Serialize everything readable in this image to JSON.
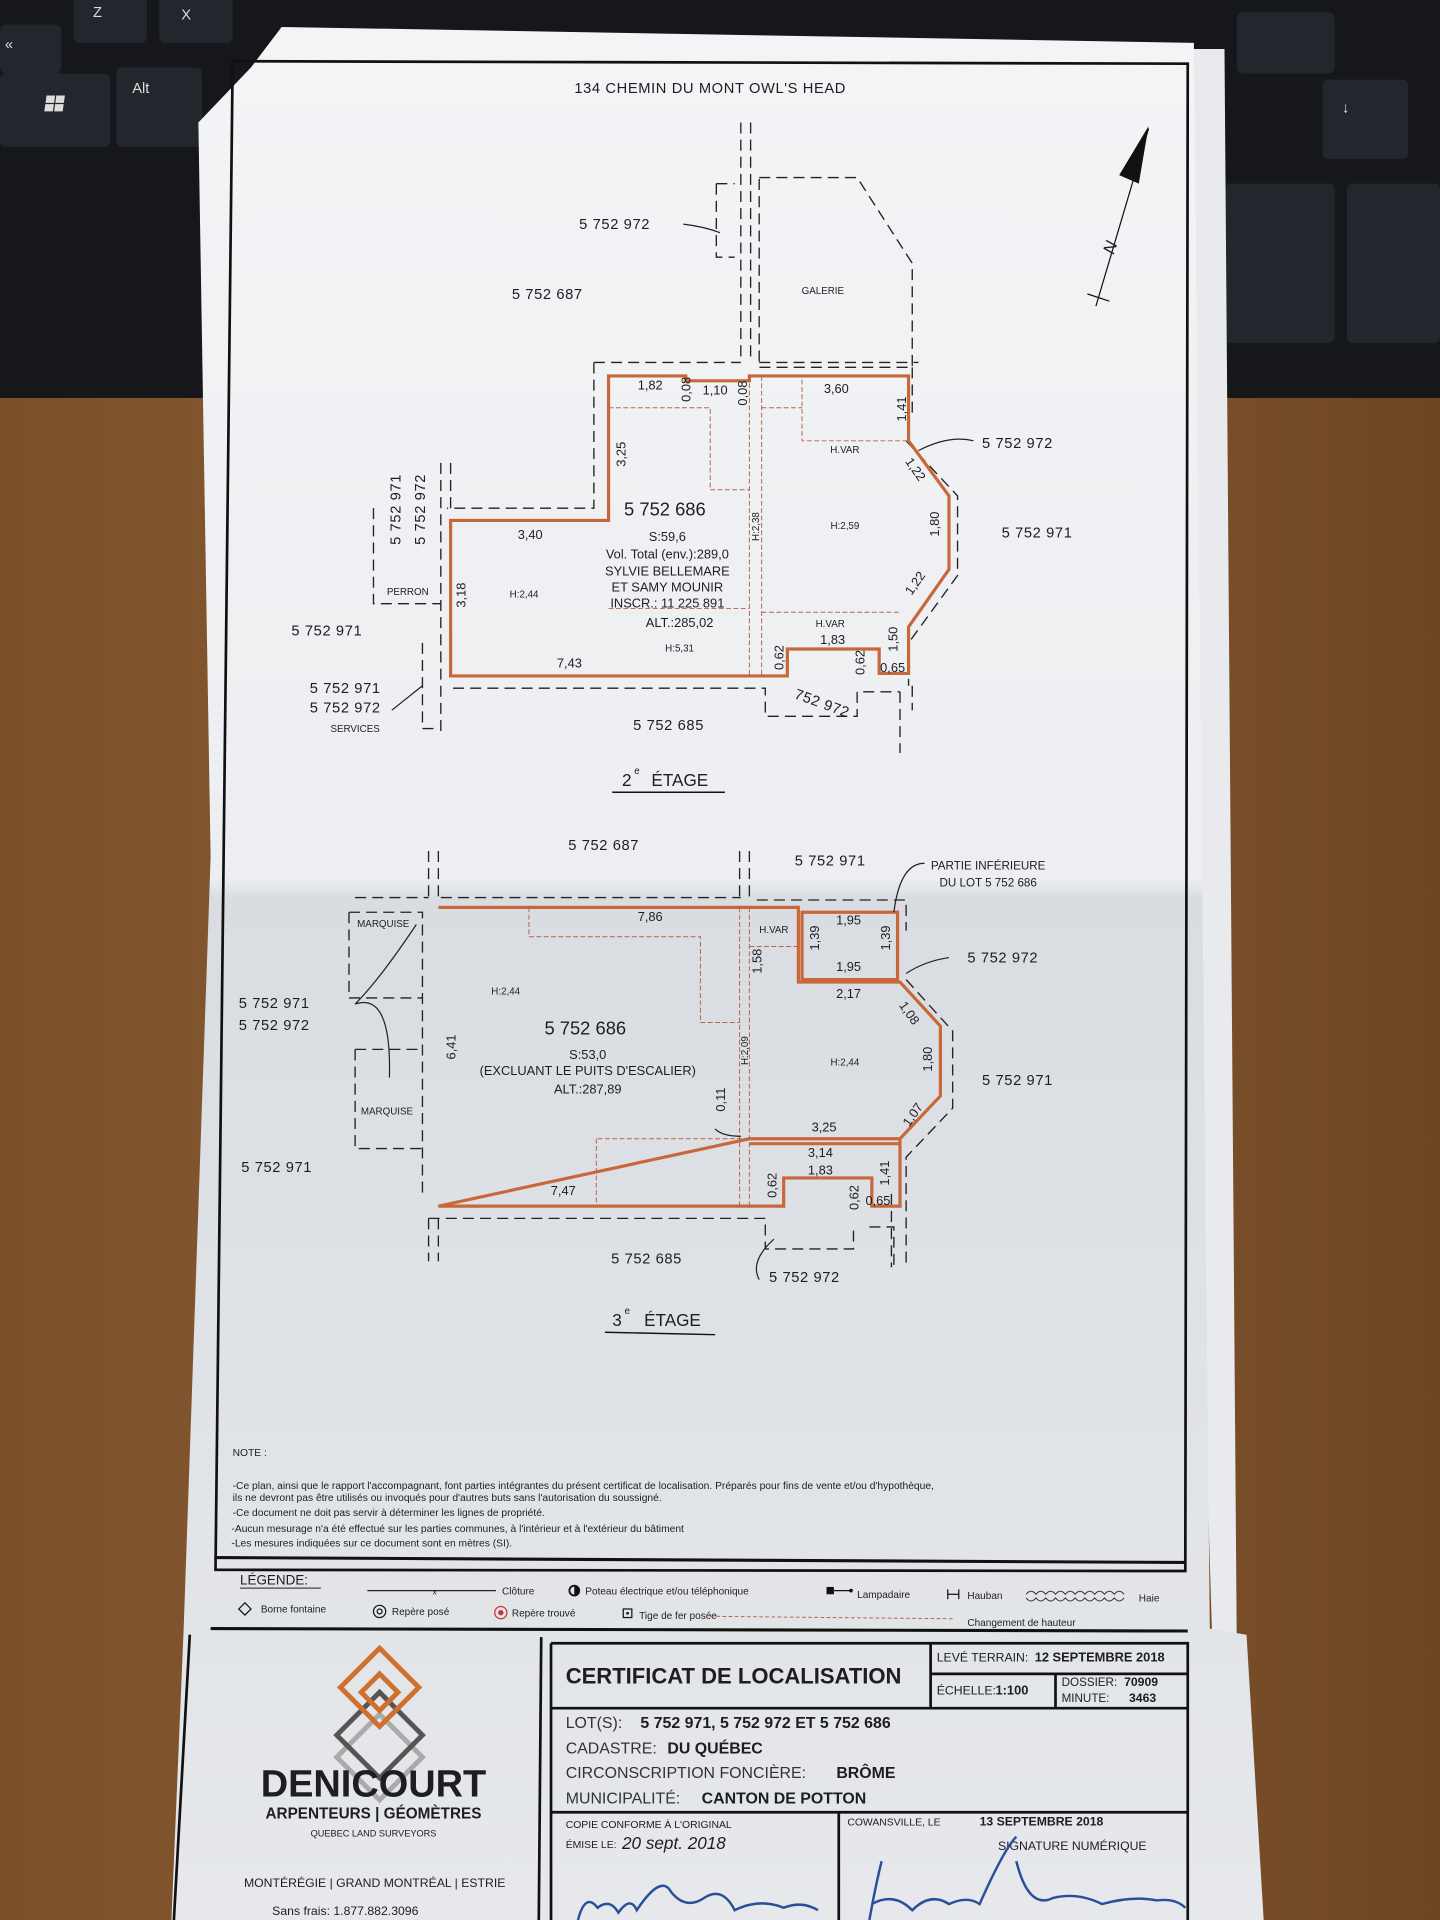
{
  "keyboard": {
    "keys": [
      "Z",
      "X",
      "«",
      "Alt",
      "↓"
    ]
  },
  "plan_2": {
    "address": "134 CHEMIN DU MONT OWL'S HEAD",
    "lot_972_top": "5 752 972",
    "lot_687": "5 752 687",
    "galerie": "GALERIE",
    "lot_972_right": "5 752 972",
    "lot_971_right": "5 752 971",
    "lot_main": "5 752 686",
    "surface": "S:59,6",
    "volume": "Vol. Total (env.):289,0",
    "owner_1": "SYLVIE BELLEMARE",
    "owner_2": "ET SAMY MOUNIR",
    "inscription": "INSCR.: 11 225 891",
    "altitude": "ALT.:285,02",
    "h_531": "H:5,31",
    "h_244": "H:2,44",
    "h_259": "H:2,59",
    "h_var_top": "H.VAR",
    "h_var_bottom": "H.VAR",
    "h_238": "H:2,38",
    "dims": {
      "d182": "1,82",
      "d008a": "0,08",
      "d110": "1,10",
      "d008b": "0,08",
      "d360": "3,60",
      "d141": "1,41",
      "d325": "3,25",
      "d340": "3,40",
      "d318": "3,18",
      "d743": "7,43",
      "d122a": "1,22",
      "d180": "1,80",
      "d122b": "1,22",
      "d183": "1,83",
      "d150": "1,50",
      "d062a": "0,62",
      "d062b": "0,62",
      "d065": "0,65"
    },
    "lot_971_vert": "5 752 971",
    "lot_972_vert": "5 752 972",
    "perron": "PERRON",
    "lot_971_left": "5 752 971",
    "lot_971_services": "5 752 971",
    "lot_972_services": "5 752 972",
    "services": "SERVICES",
    "lot_972_bottom": "752 972",
    "lot_685": "5 752 685",
    "floor_num": "2",
    "floor_sup": "e",
    "floor_label": "ÉTAGE"
  },
  "plan_3": {
    "lot_687": "5 752 687",
    "lot_971_top": "5 752 971",
    "partie_1": "PARTIE INFÉRIEURE",
    "partie_2": "DU LOT 5 752 686",
    "marquise_top": "MARQUISE",
    "marquise_bottom": "MARQUISE",
    "lot_971_left": "5 752 971",
    "lot_972_left": "5 752 972",
    "lot_972_right": "5 752 972",
    "lot_971_right": "5 752 971",
    "lot_971_bottomleft": "5 752 971",
    "lot_main": "5 752 686",
    "surface": "S:53,0",
    "excluding": "(EXCLUANT LE PUITS D'ESCALIER)",
    "altitude": "ALT.:287,89",
    "h_244_left": "H:2,44",
    "h_244_right": "H:2,44",
    "h_var": "H.VAR",
    "h_209": "H:2,09",
    "dims": {
      "d786": "7,86",
      "d195a": "1,95",
      "d139a": "1,39",
      "d139b": "1,39",
      "d158": "1,58",
      "d195b": "1,95",
      "d217": "2,17",
      "d108": "1,08",
      "d641": "6,41",
      "d180": "1,80",
      "d011": "0,11",
      "d107": "1,07",
      "d325": "3,25",
      "d314": "3,14",
      "d183": "1,83",
      "d141": "1,41",
      "d062a": "0,62",
      "d062b": "0,62",
      "d065": "0,65",
      "d747": "7,47"
    },
    "lot_685": "5 752 685",
    "lot_972_bottom": "5 752 972",
    "floor_num": "3",
    "floor_sup": "e",
    "floor_label": "ÉTAGE"
  },
  "notes": {
    "title": "NOTE :",
    "lines": [
      "-Ce plan, ainsi que le rapport l'accompagnant, font parties intégrantes du présent certificat de localisation. Préparés pour fins de vente et/ou d'hypothèque,",
      " ils ne devront pas être utilisés ou invoqués pour d'autres buts sans l'autorisation du soussigné.",
      "-Ce document ne doit pas servir à déterminer les lignes de propriété.",
      "-Aucun mesurage n'a été effectué sur les parties communes, à l'intérieur et à l'extérieur du bâtiment",
      "-Les mesures indiquées sur ce document sont en mètres (SI)."
    ]
  },
  "legend": {
    "title": "LÉGENDE:",
    "items": [
      "Clôture",
      "Poteau électrique et/ou téléphonique",
      "Lampadaire",
      "Hauban",
      "Haie",
      "Borne fontaine",
      "Repère posé",
      "Repère trouvé",
      "Tige de fer posée",
      "Changement de hauteur"
    ]
  },
  "company": {
    "name": "DENICOURT",
    "tagline": "ARPENTEURS | GÉOMÈTRES",
    "subtitle": "QUEBEC LAND SURVEYORS",
    "regions": "MONTÉRÉGIE  |  GRAND MONTRÉAL  |  ESTRIE",
    "phone": "Sans frais:  1.877.882.3096"
  },
  "title_block": {
    "title": "CERTIFICAT DE LOCALISATION",
    "leve_label": "LEVÉ TERRAIN:",
    "leve_value": "12 SEPTEMBRE 2018",
    "echelle_label": "ÉCHELLE:",
    "echelle_value": "1:100",
    "dossier_label": "DOSSIER:",
    "dossier_value": "70909",
    "minute_label": "MINUTE:",
    "minute_value": "3463",
    "lots_label": "LOT(S):",
    "lots_value": "5 752 971, 5 752 972 ET 5 752 686",
    "cadastre_label": "CADASTRE:",
    "cadastre_value": "DU QUÉBEC",
    "circ_label": "CIRCONSCRIPTION  FONCIÈRE:",
    "circ_value": "BRÔME",
    "muni_label": "MUNICIPALITÉ:",
    "muni_value": "CANTON DE POTTON",
    "copie_label": "COPIE CONFORME À L'ORIGINAL",
    "emise_label": "ÉMISE LE:",
    "emise_value": "20 sept. 2018",
    "place_label": "COWANSVILLE, LE",
    "place_date": "13 SEPTEMBRE 2018",
    "signature_label": "SIGNATURE NUMÉRIQUE"
  },
  "colors": {
    "accent": "#c8683a",
    "ink": "#1e1e22",
    "signature": "#2a4f9a",
    "wood": "#8a5a30",
    "keyboard": "#1c1f24"
  }
}
